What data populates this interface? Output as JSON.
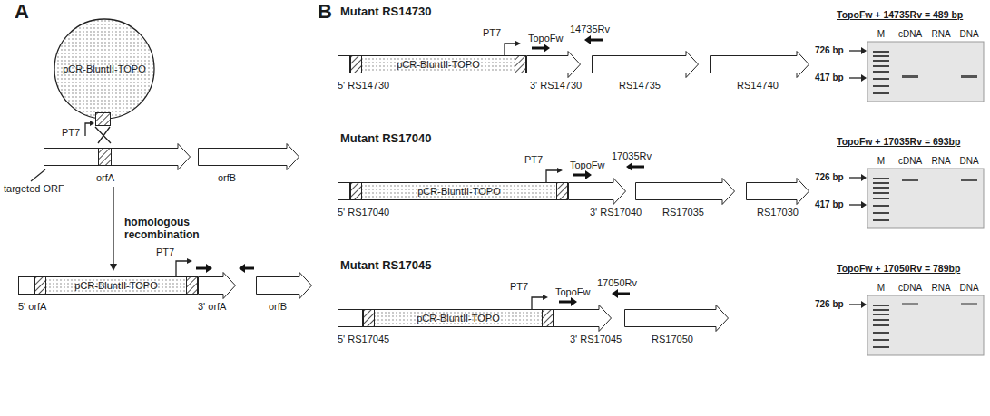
{
  "diagram": {
    "nodes": [
      {
        "text": [
          "pCR-BluntII-TOPO"
        ]
      },
      {
        "text": [
          "orfA"
        ]
      },
      {
        "text": [
          "orfB"
        ]
      },
      {
        "text": [
          "5' orfA"
        ]
      },
      {
        "text": [
          "pCR-BluntII-TOPO"
        ]
      },
      {
        "text": [
          "3' orfA"
        ]
      },
      {
        "text": [
          "orfB"
        ]
      },
      {
        "text": [
          "5' RS14730"
        ]
      },
      {
        "text": [
          "pCR-BluntII-TOPO"
        ]
      },
      {
        "text": [
          "3' RS14730"
        ]
      },
      {
        "text": [
          "RS14735"
        ]
      },
      {
        "text": [
          "RS14740"
        ]
      },
      {
        "text": [
          "5' RS17040"
        ]
      },
      {
        "text": [
          "pCR-BluntII-TOPO"
        ]
      },
      {
        "text": [
          "3' RS17040"
        ]
      },
      {
        "text": [
          "RS17035"
        ]
      },
      {
        "text": [
          "RS17030"
        ]
      },
      {
        "text": [
          "5' RS17045"
        ]
      },
      {
        "text": [
          "pCR-BluntII-TOPO"
        ]
      },
      {
        "text": [
          "3' RS17045"
        ]
      },
      {
        "text": [
          "RS17050"
        ]
      }
    ],
    "edges": [
      {
        "from": 0,
        "to": 1,
        "arrow": "none"
      },
      {
        "from": 1,
        "to": 4,
        "label": "homologous recombination",
        "arrow": "to"
      }
    ],
    "labels": [
      "A",
      "PT7",
      "targeted ORF",
      "PT7",
      "B",
      "Mutant RS14730",
      "PT7",
      "TopoFw",
      "14735Rv",
      "TopoFw + 14735Rv = 489 bp",
      "M",
      "cDNA",
      "RNA",
      "DNA",
      "726 bp",
      "417 bp",
      "Mutant RS17040",
      "PT7",
      "TopoFw",
      "17035Rv",
      "TopoFw + 17035Rv = 693bp",
      "M",
      "cDNA",
      "RNA",
      "DNA",
      "726 bp",
      "417 bp",
      "Mutant RS17045",
      "PT7",
      "TopoFw",
      "17050Rv",
      "TopoFw + 17050Rv = 789bp",
      "M",
      "cDNA",
      "RNA",
      "DNA",
      "726 bp"
    ]
  }
}
